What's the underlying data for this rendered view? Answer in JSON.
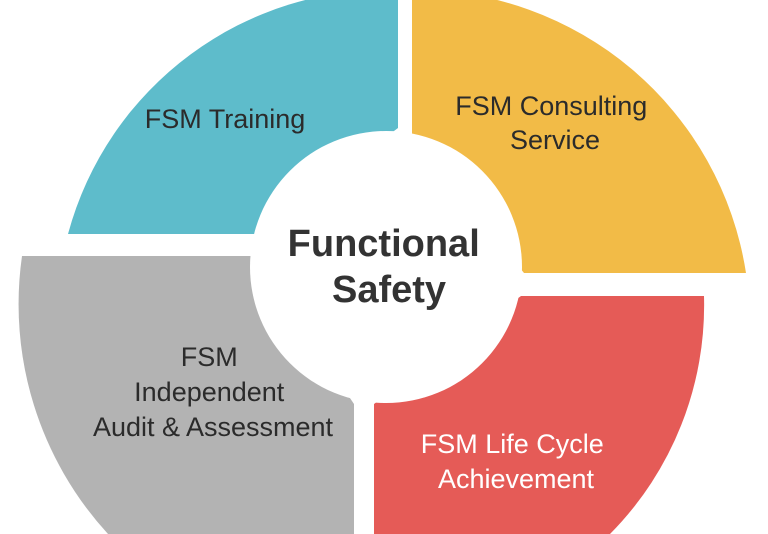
{
  "diagram": {
    "center": {
      "lines": [
        "Functional",
        "Safety"
      ],
      "fill": "#ffffff"
    },
    "segments": [
      {
        "id": "training",
        "lines": [
          "FSM Training"
        ],
        "fill": "#5ebccb",
        "text_color": "#2b2b2b"
      },
      {
        "id": "consulting",
        "lines": [
          "FSM Consulting",
          "Service"
        ],
        "fill": "#f2bb47",
        "text_color": "#2b2b2b"
      },
      {
        "id": "life-cycle",
        "lines": [
          "FSM Life Cycle",
          "Achievement"
        ],
        "fill": "#e55b57",
        "text_color": "#ffffff"
      },
      {
        "id": "audit",
        "lines": [
          "FSM",
          "Independent",
          "Audit & Assessment"
        ],
        "fill": "#b3b3b3",
        "text_color": "#2b2b2b"
      }
    ]
  }
}
